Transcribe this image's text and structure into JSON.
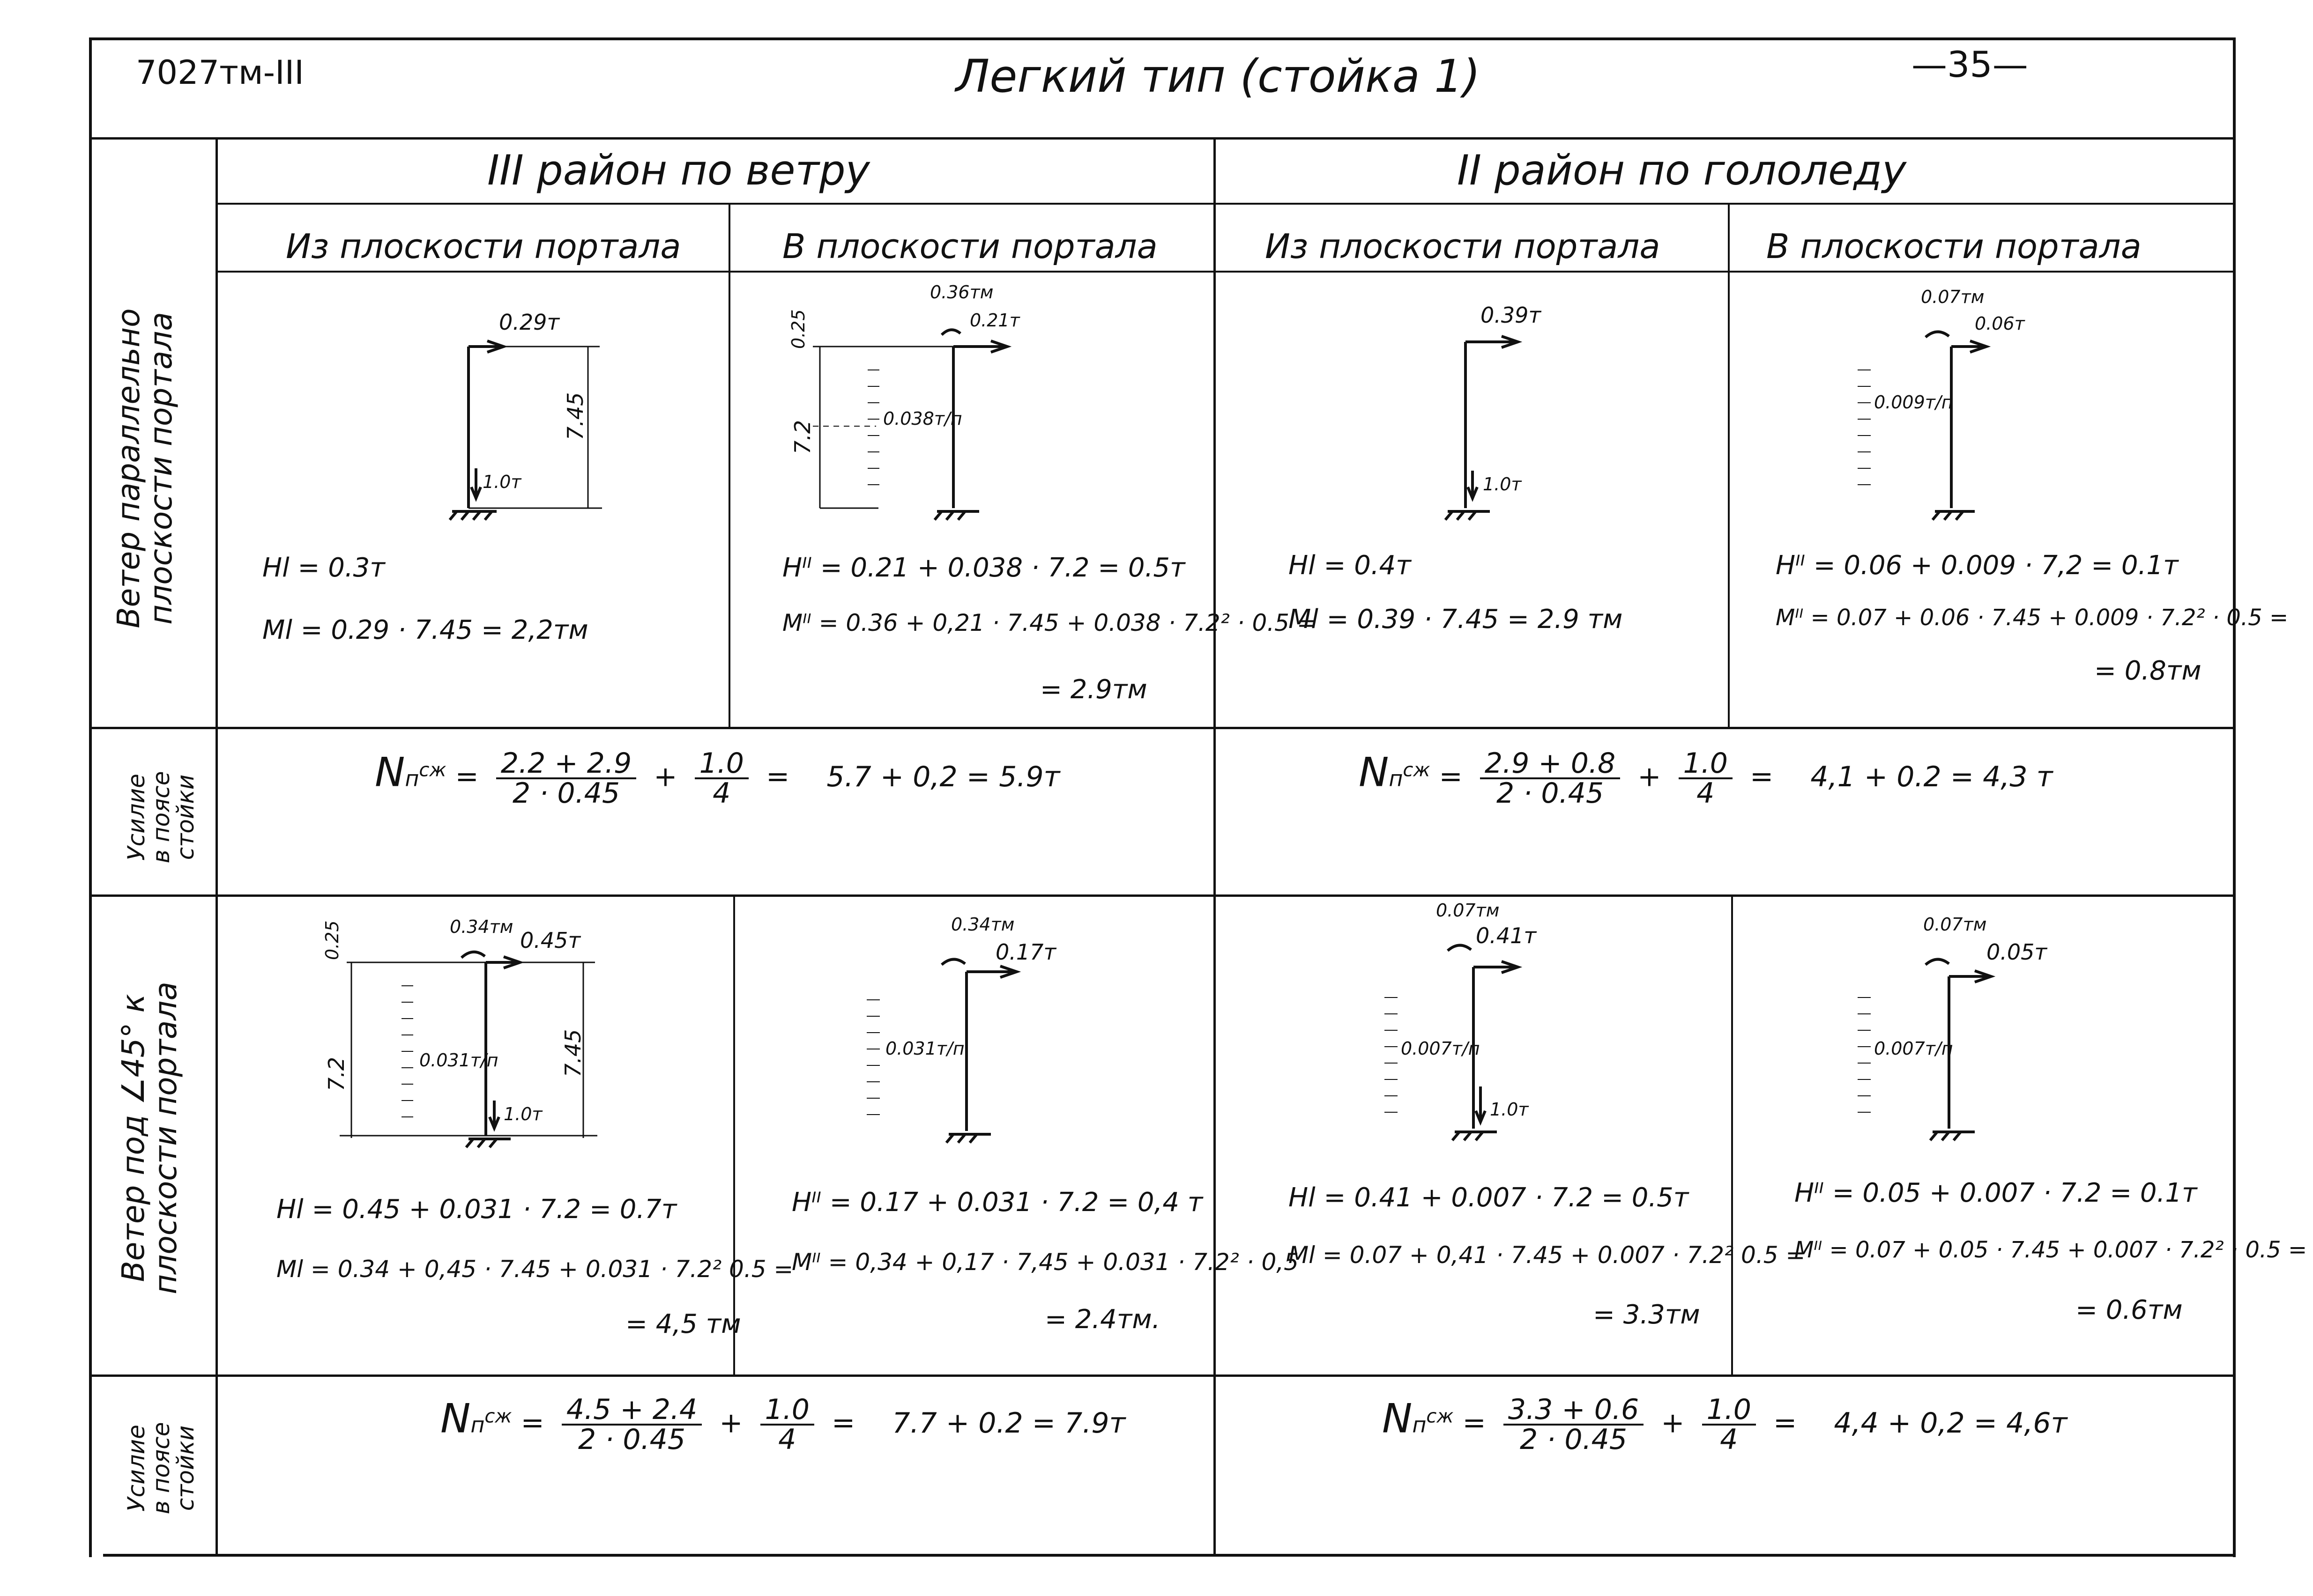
{
  "header": {
    "doc_code": "7027тм-III",
    "title": "Легкий тип (стойка 1)",
    "page": "—35—"
  },
  "columns": {
    "wind_region": "III район по ветру",
    "ice_region": "II район по гололеду",
    "out_of_plane": "Из плоскости портала",
    "in_plane": "В плоскости портала"
  },
  "rows": {
    "r1": "Ветер параллельно\nплоскости портала",
    "r2": "Усилие\nв поясе\nстойки",
    "r3": "Ветер под ∠45° к\nплоскости портала",
    "r4": "Усилие\nв поясе\nстойки"
  },
  "cells": {
    "c11": {
      "diag": {
        "top_load": "0.29т",
        "height": "7.45",
        "vert_load": "1.0т"
      },
      "eq1": "Hⅼ = 0.3т",
      "eq2": "Mⅼ = 0.29 · 7.45 = 2,2тм"
    },
    "c12": {
      "diag": {
        "moment": "0.36тм",
        "top_load": "0.21т",
        "h_top": "0.25",
        "h_main": "7.2",
        "dist": "0.038т/п"
      },
      "eq1": "Hᴵᴵ = 0.21 + 0.038 · 7.2 = 0.5т",
      "eq2": "Mᴵᴵ = 0.36 + 0,21 · 7.45 + 0.038 · 7.2² · 0.5 =",
      "eq3": "= 2.9тм"
    },
    "c13": {
      "diag": {
        "top_load": "0.39т",
        "vert_load": "1.0т"
      },
      "eq1": "Hⅼ = 0.4т",
      "eq2": "Mⅼ = 0.39 · 7.45 = 2.9 тм"
    },
    "c14": {
      "diag": {
        "moment": "0.07тм",
        "top_load": "0.06т",
        "dist": "0.009т/п"
      },
      "eq1": "Hᴵᴵ = 0.06 + 0.009 · 7,2 = 0.1т",
      "eq2": "Mᴵᴵ = 0.07 + 0.06 · 7.45 + 0.009 · 7.2² · 0.5 =",
      "eq3": "= 0.8тм"
    },
    "f1": {
      "n": "N",
      "sub": "п",
      "sup": "сж",
      "num1": "2.2 + 2.9",
      "den1": "2 · 0.45",
      "num2": "1.0",
      "den2": "4",
      "res": "5.7 + 0,2 = 5.9т"
    },
    "f2": {
      "n": "N",
      "sub": "п",
      "sup": "сж",
      "num1": "2.9 + 0.8",
      "den1": "2 · 0.45",
      "num2": "1.0",
      "den2": "4",
      "res": "4,1 + 0.2 = 4,3 т"
    },
    "c31": {
      "diag": {
        "h_top": "0.25",
        "moment": "0.34тм",
        "top_load": "0.45т",
        "h_main": "7.2",
        "dist": "0.031т/п",
        "height": "7.45",
        "vert_load": "1.0т"
      },
      "eq1": "Hⅼ = 0.45 + 0.031 · 7.2 = 0.7т",
      "eq2": "Mⅼ = 0.34 + 0,45 · 7.45 + 0.031 · 7.2² 0.5 =",
      "eq3": "= 4,5 тм"
    },
    "c32": {
      "diag": {
        "moment": "0.34тм",
        "top_load": "0.17т",
        "dist": "0.031т/п"
      },
      "eq1": "Hᴵᴵ = 0.17 + 0.031 · 7.2 = 0,4 т",
      "eq2": "Mᴵᴵ = 0,34 + 0,17 · 7,45 + 0.031 · 7.2² · 0,5",
      "eq3": "= 2.4тм."
    },
    "c33": {
      "diag": {
        "moment": "0.07тм",
        "top_load": "0.41т",
        "dist": "0.007т/п",
        "vert_load": "1.0т"
      },
      "eq1": "Hⅼ = 0.41 + 0.007 · 7.2 = 0.5т",
      "eq2": "Mⅼ = 0.07 + 0,41 · 7.45 + 0.007 · 7.2² 0.5 =",
      "eq3": "= 3.3тм"
    },
    "c34": {
      "diag": {
        "moment": "0.07тм",
        "top_load": "0.05т",
        "dist": "0.007т/п"
      },
      "eq1": "Hᴵᴵ = 0.05 + 0.007 · 7.2 = 0.1т",
      "eq2": "Mᴵᴵ = 0.07 + 0.05 · 7.45 + 0.007 · 7.2² · 0.5 =",
      "eq3": "= 0.6тм"
    },
    "f3": {
      "n": "N",
      "sub": "п",
      "sup": "сж",
      "num1": "4.5 + 2.4",
      "den1": "2 · 0.45",
      "num2": "1.0",
      "den2": "4",
      "res": "7.7 + 0.2 = 7.9т"
    },
    "f4": {
      "n": "N",
      "sub": "п",
      "sup": "сж",
      "num1": "3.3 + 0.6",
      "den1": "2 · 0.45",
      "num2": "1.0",
      "den2": "4",
      "res": "4,4 + 0,2 = 4,6т"
    }
  }
}
